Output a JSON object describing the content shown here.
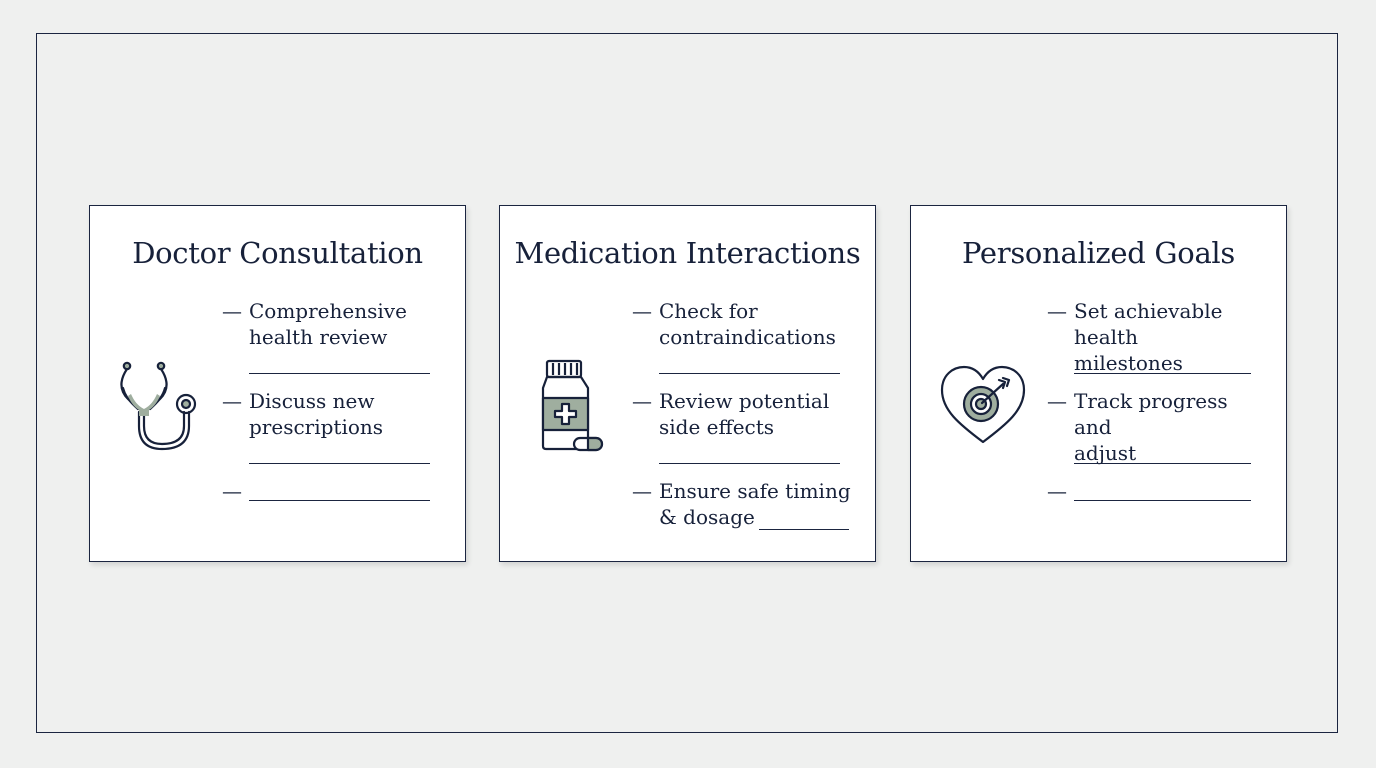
{
  "colors": {
    "background": "#eff0ef",
    "card": "#ffffff",
    "ink": "#17213a",
    "icon_fill": "#9fae9f"
  },
  "cards": [
    {
      "title": "Doctor Consultation",
      "icon": "stethoscope-icon",
      "items": [
        {
          "text": "Comprehensive\nhealth review"
        },
        {
          "text": "Discuss new\nprescriptions"
        },
        {
          "text": ""
        }
      ]
    },
    {
      "title": "Medication Interactions",
      "icon": "medicine-bottle-icon",
      "items": [
        {
          "text": "Check for\ncontraindications"
        },
        {
          "text": "Review potential\nside effects"
        },
        {
          "text_line1": "Ensure safe timing",
          "text_line2": "& dosage"
        }
      ]
    },
    {
      "title": "Personalized Goals",
      "icon": "heart-target-icon",
      "items": [
        {
          "text": "Set achievable\nhealth milestones"
        },
        {
          "text": "Track progress and\nadjust"
        },
        {
          "text": ""
        }
      ]
    }
  ],
  "dash": "—"
}
